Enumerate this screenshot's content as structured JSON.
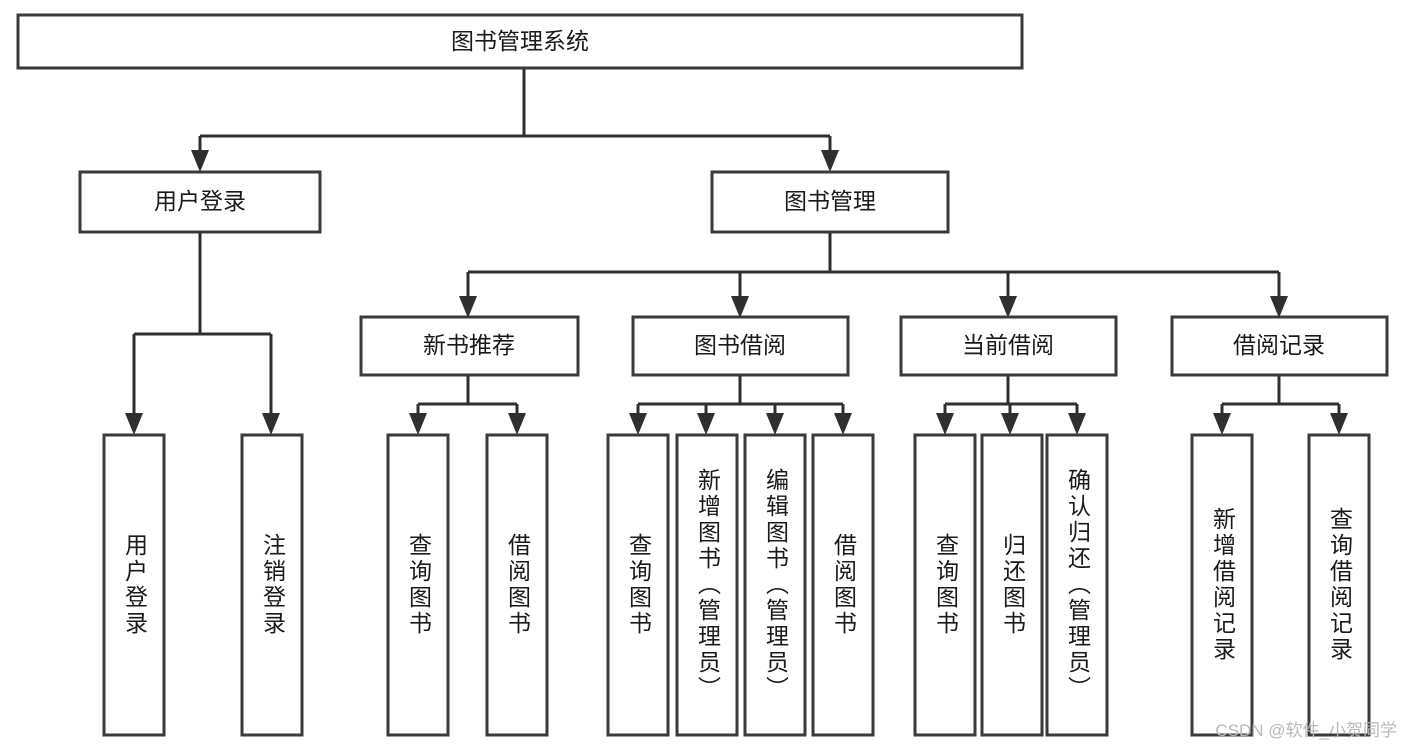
{
  "diagram": {
    "title": "图书管理系统",
    "watermark": "CSDN @软件_小贺同学",
    "colors": {
      "box_stroke": "#3a3a3a",
      "connector": "#2f2f2f",
      "background": "#ffffff",
      "text": "#1a1a1a",
      "watermark": "#b9b9b9"
    },
    "levels": {
      "root": {
        "label": "图书管理系统"
      },
      "level1": [
        {
          "label": "用户登录"
        },
        {
          "label": "图书管理"
        }
      ],
      "level2": [
        {
          "label": "新书推荐"
        },
        {
          "label": "图书借阅"
        },
        {
          "label": "当前借阅"
        },
        {
          "label": "借阅记录"
        }
      ],
      "leaves": [
        {
          "label": "用户登录",
          "parent": "用户登录"
        },
        {
          "label": "注销登录",
          "parent": "用户登录"
        },
        {
          "label": "查询图书",
          "parent": "新书推荐"
        },
        {
          "label": "借阅图书",
          "parent": "新书推荐"
        },
        {
          "label": "查询图书",
          "parent": "图书借阅"
        },
        {
          "label": "新增图书（管理员）",
          "parent": "图书借阅"
        },
        {
          "label": "编辑图书（管理员）",
          "parent": "图书借阅"
        },
        {
          "label": "借阅图书",
          "parent": "图书借阅"
        },
        {
          "label": "查询图书",
          "parent": "当前借阅"
        },
        {
          "label": "归还图书",
          "parent": "当前借阅"
        },
        {
          "label": "确认归还（管理员）",
          "parent": "当前借阅"
        },
        {
          "label": "新增借阅记录",
          "parent": "借阅记录"
        },
        {
          "label": "查询借阅记录",
          "parent": "借阅记录"
        }
      ]
    }
  }
}
